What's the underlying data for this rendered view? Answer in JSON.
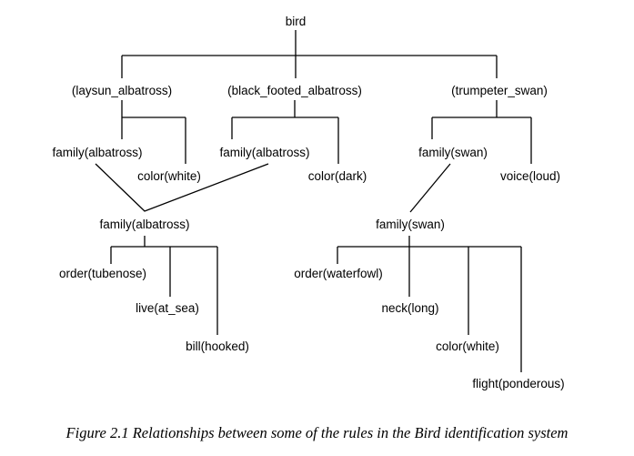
{
  "nodes": {
    "bird": "bird",
    "laysun_albatross": "(laysun_albatross)",
    "black_footed_albatross": "(black_footed_albatross)",
    "trumpeter_swan": "(trumpeter_swan)",
    "family_albatross_1": "family(albatross)",
    "color_white_1": "color(white)",
    "family_albatross_2": "family(albatross)",
    "color_dark": "color(dark)",
    "family_swan_1": "family(swan)",
    "voice_loud": "voice(loud)",
    "family_albatross_3": "family(albatross)",
    "family_swan_2": "family(swan)",
    "order_tubenose": "order(tubenose)",
    "live_at_sea": "live(at_sea)",
    "bill_hooked": "bill(hooked)",
    "order_waterfowl": "order(waterfowl)",
    "neck_long": "neck(long)",
    "color_white_2": "color(white)",
    "flight_ponderous": "flight(ponderous)"
  },
  "caption": "Figure 2.1  Relationships between some of the rules in the Bird identification system"
}
